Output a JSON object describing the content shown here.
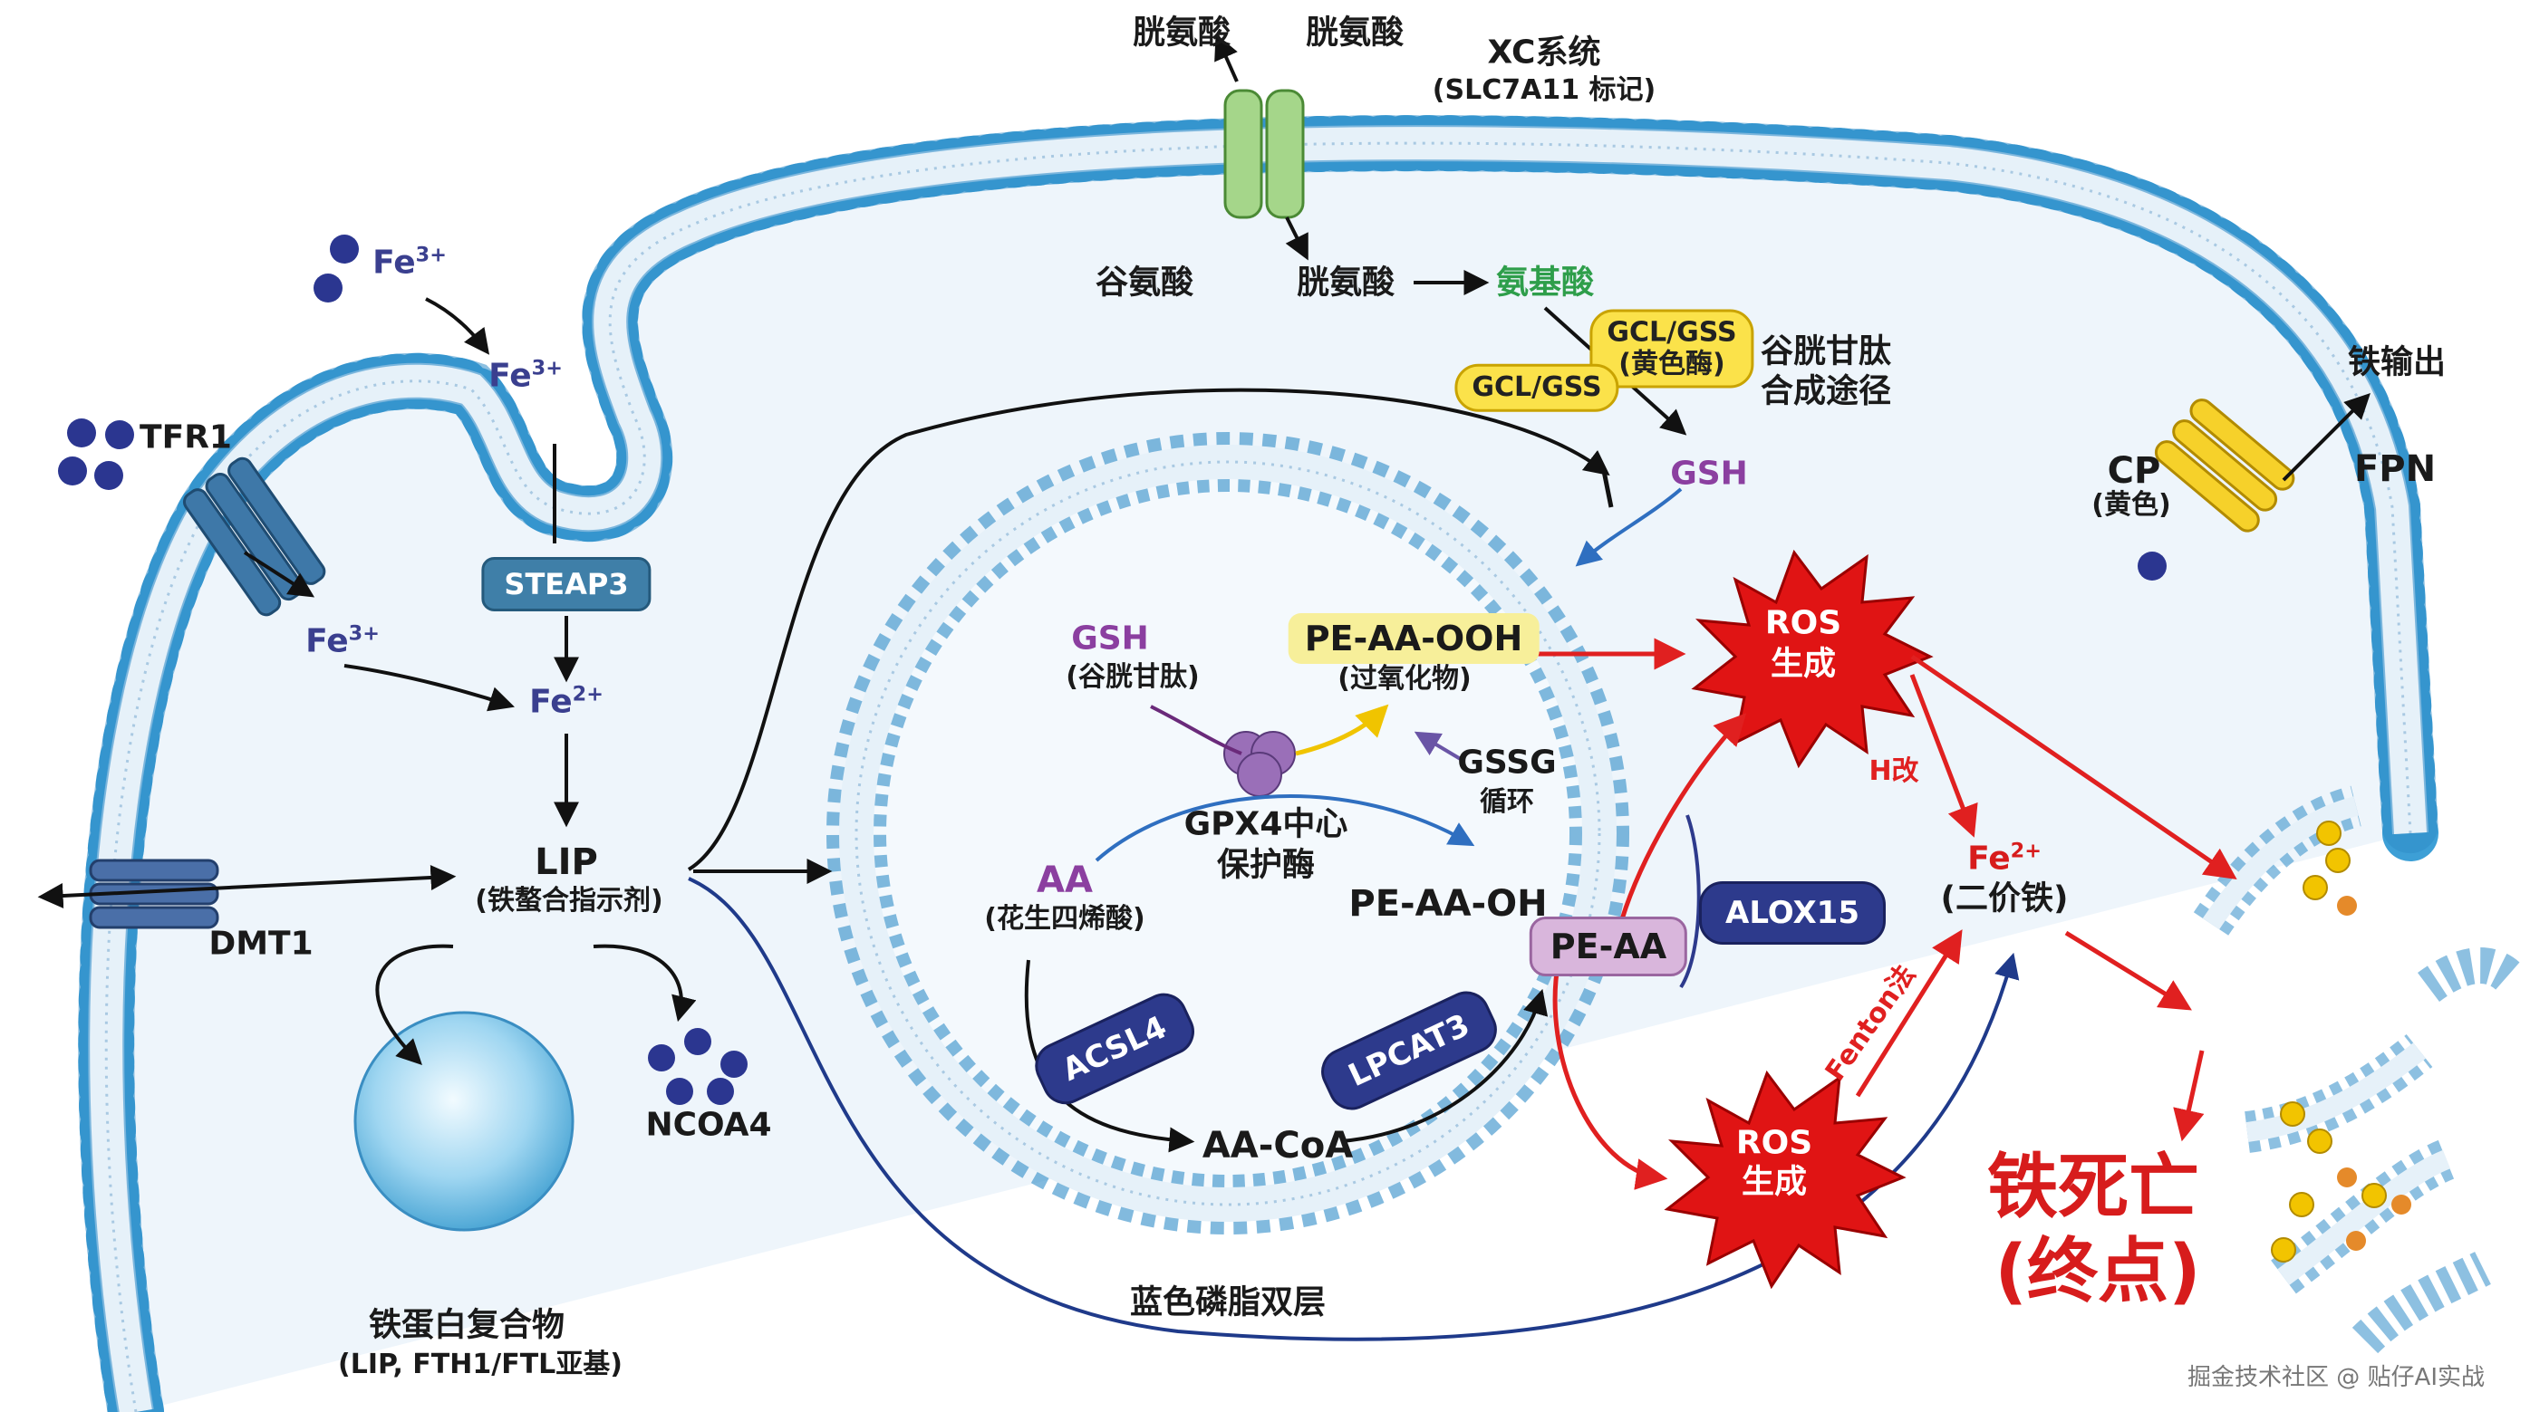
{
  "labels": {
    "cystine_out_1": "胱氨酸",
    "cystine_out_2": "胱氨酸",
    "xc_title": "XC系统",
    "xc_sub": "(SLC7A11 标记)",
    "glutamate": "谷氨酸",
    "cystine_in": "胱氨酸",
    "amino_acid": "氨基酸",
    "gcl_gss_1": "GCL/GSS",
    "gcl_gss_1_sub": "(黄色酶)",
    "gcl_gss_2": "GCL/GSS",
    "gsh_route_1": "谷胱甘肽",
    "gsh_route_2": "合成途径",
    "gsh_top": "GSH",
    "fe3_outer": "Fe",
    "fe3_outer_sup": "3+",
    "fe3_endo": "Fe",
    "fe3_endo_sup": "3+",
    "tfr1": "TFR1",
    "steap3": "STEAP3",
    "fe3_in": "Fe",
    "fe3_in_sup": "3+",
    "fe2_left": "Fe",
    "fe2_left_sup": "2+",
    "lip": "LIP",
    "lip_sub": "(铁螯合指示剂)",
    "dmt1": "DMT1",
    "ncoa4": "NCOA4",
    "ferritin": "铁蛋白复合物",
    "ferritin_sub": "(LIP, FTH1/FTL亚基)",
    "membrane_label": "蓝色磷脂双层",
    "gsh_inner": "GSH",
    "gsh_inner_sub": "(谷胱甘肽)",
    "pe_aa_ooh": "PE-AA-OOH",
    "pe_aa_ooh_sub": "(过氧化物)",
    "gssg": "GSSG",
    "gssg_sub": "循环",
    "gpx4_1": "GPX4中心",
    "gpx4_2": "保护酶",
    "aa": "AA",
    "aa_sub": "(花生四烯酸)",
    "pe_aa_oh": "PE-AA-OH",
    "acsl4": "ACSL4",
    "lpcat3": "LPCAT3",
    "aa_coa": "AA-CoA",
    "pe_aa": "PE-AA",
    "alox15": "ALOX15",
    "ros_top_1": "ROS",
    "ros_top_2": "生成",
    "ros_bottom_1": "ROS",
    "ros_bottom_2": "生成",
    "h_gai": "H改",
    "fenton": "Fenton法",
    "fe2_right": "Fe",
    "fe2_right_sup": "2+",
    "fe2_right_sub": "(二价铁)",
    "cp": "CP",
    "cp_sub": "(黄色)",
    "fpn": "FPN",
    "iron_export": "铁输出",
    "ferroptosis_1": "铁死亡",
    "ferroptosis_2": "(终点)",
    "watermark": "掘金技术社区 @ 贴仔AI实战"
  },
  "colors": {
    "membrane_head": "#3d9fd6",
    "membrane_tail": "#d7e9f5",
    "cytoplasm": "#eef5fb",
    "arrow": "#111111",
    "red_arrow": "#e02020",
    "blue_arrow": "#2f6fc0",
    "xc_transporter": "#a5d68a",
    "fpn_transporter": "#f6d12a",
    "tfr1_transporter": "#3e78a8",
    "iron_dot": "#2b3690",
    "ros_burst": "#e01414"
  }
}
